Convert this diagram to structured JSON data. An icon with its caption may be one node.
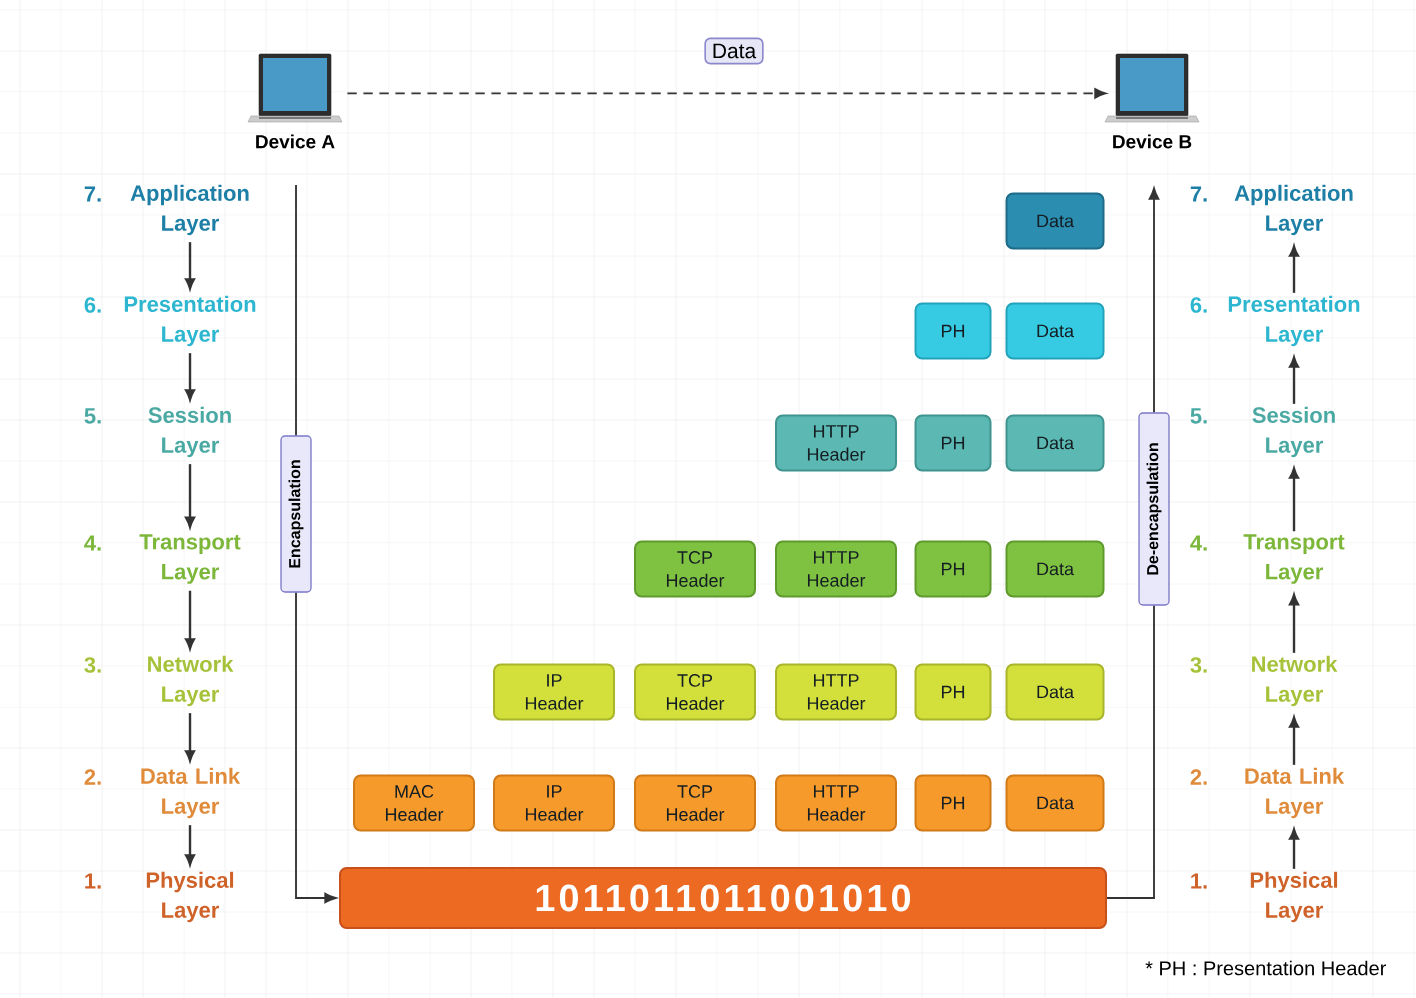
{
  "diagram": {
    "nodes": [
      {
        "text": [
          "Device A"
        ]
      },
      {
        "text": [
          "Device B"
        ]
      },
      {
        "text": [
          "7.",
          "Application Layer"
        ]
      },
      {
        "text": [
          "6.",
          "Presentation Layer"
        ]
      },
      {
        "text": [
          "5.",
          "Session Layer"
        ]
      },
      {
        "text": [
          "4.",
          "Transport Layer"
        ]
      },
      {
        "text": [
          "3.",
          "Network Layer"
        ]
      },
      {
        "text": [
          "2.",
          "Data Link Layer"
        ]
      },
      {
        "text": [
          "1.",
          "Physical Layer"
        ]
      },
      {
        "text": [
          "7.",
          "Application Layer"
        ]
      },
      {
        "text": [
          "6.",
          "Presentation Layer"
        ]
      },
      {
        "text": [
          "5.",
          "Session Layer"
        ]
      },
      {
        "text": [
          "4.",
          "Transport Layer"
        ]
      },
      {
        "text": [
          "3.",
          "Network Layer"
        ]
      },
      {
        "text": [
          "2.",
          "Data Link Layer"
        ]
      },
      {
        "text": [
          "1.",
          "Physical Layer"
        ]
      },
      {
        "text": [
          "Encapsulation"
        ]
      },
      {
        "text": [
          "De-encapsulation"
        ]
      },
      {
        "text": [
          "Data"
        ]
      },
      {
        "text": [
          "PH"
        ]
      },
      {
        "text": [
          "Data"
        ]
      },
      {
        "text": [
          "HTTP Header"
        ]
      },
      {
        "text": [
          "PH"
        ]
      },
      {
        "text": [
          "Data"
        ]
      },
      {
        "text": [
          "TCP Header"
        ]
      },
      {
        "text": [
          "HTTP Header"
        ]
      },
      {
        "text": [
          "PH"
        ]
      },
      {
        "text": [
          "Data"
        ]
      },
      {
        "text": [
          "IP Header"
        ]
      },
      {
        "text": [
          "TCP Header"
        ]
      },
      {
        "text": [
          "HTTP Header"
        ]
      },
      {
        "text": [
          "PH"
        ]
      },
      {
        "text": [
          "Data"
        ]
      },
      {
        "text": [
          "MAC Header"
        ]
      },
      {
        "text": [
          "IP Header"
        ]
      },
      {
        "text": [
          "TCP Header"
        ]
      },
      {
        "text": [
          "HTTP Header"
        ]
      },
      {
        "text": [
          "PH"
        ]
      },
      {
        "text": [
          "Data"
        ]
      },
      {
        "text": [
          "1011011011001010"
        ]
      }
    ],
    "edges": [
      {
        "from": 0,
        "to": 1,
        "arrow": "to",
        "label": "Data",
        "style": "dashed"
      },
      {
        "from": 2,
        "to": 3,
        "arrow": "to"
      },
      {
        "from": 3,
        "to": 4,
        "arrow": "to"
      },
      {
        "from": 4,
        "to": 5,
        "arrow": "to"
      },
      {
        "from": 5,
        "to": 6,
        "arrow": "to"
      },
      {
        "from": 6,
        "to": 7,
        "arrow": "to"
      },
      {
        "from": 7,
        "to": 8,
        "arrow": "to"
      },
      {
        "from": 15,
        "to": 14,
        "arrow": "to"
      },
      {
        "from": 14,
        "to": 13,
        "arrow": "to"
      },
      {
        "from": 13,
        "to": 12,
        "arrow": "to"
      },
      {
        "from": 12,
        "to": 11,
        "arrow": "to"
      },
      {
        "from": 11,
        "to": 10,
        "arrow": "to"
      },
      {
        "from": 10,
        "to": 9,
        "arrow": "to"
      },
      {
        "from": null,
        "to": 16,
        "arrow": "none"
      },
      {
        "from": 16,
        "to": 39,
        "arrow": "to"
      },
      {
        "from": 39,
        "to": 17,
        "arrow": "none"
      },
      {
        "from": 17,
        "to": null,
        "arrow": "to"
      }
    ],
    "labels": [
      "* PH : Presentation Header"
    ]
  }
}
